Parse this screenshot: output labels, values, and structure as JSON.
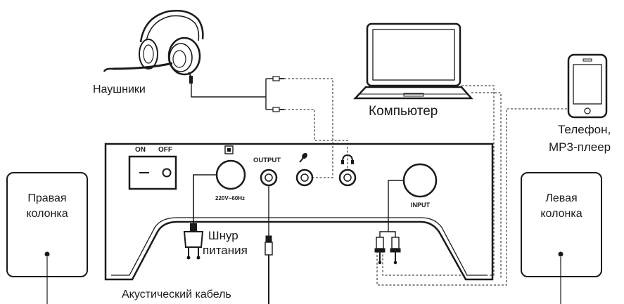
{
  "labels": {
    "headphones": "Наушники",
    "computer": "Компьютер",
    "phone_line1": "Телефон,",
    "phone_line2": "МР3-плеер",
    "right_speaker_line1": "Правая",
    "right_speaker_line2": "колонка",
    "left_speaker_line1": "Левая",
    "left_speaker_line2": "колонка",
    "power_cord_line1": "Шнур",
    "power_cord_line2": "питания",
    "speaker_cable": "Акустический кабель"
  },
  "panel": {
    "on": "ON",
    "off": "OFF",
    "voltage": "220V~60Hz",
    "output": "OUTPUT",
    "input": "INPUT"
  },
  "colors": {
    "ink": "#1a1a1a",
    "background": "#ffffff"
  }
}
